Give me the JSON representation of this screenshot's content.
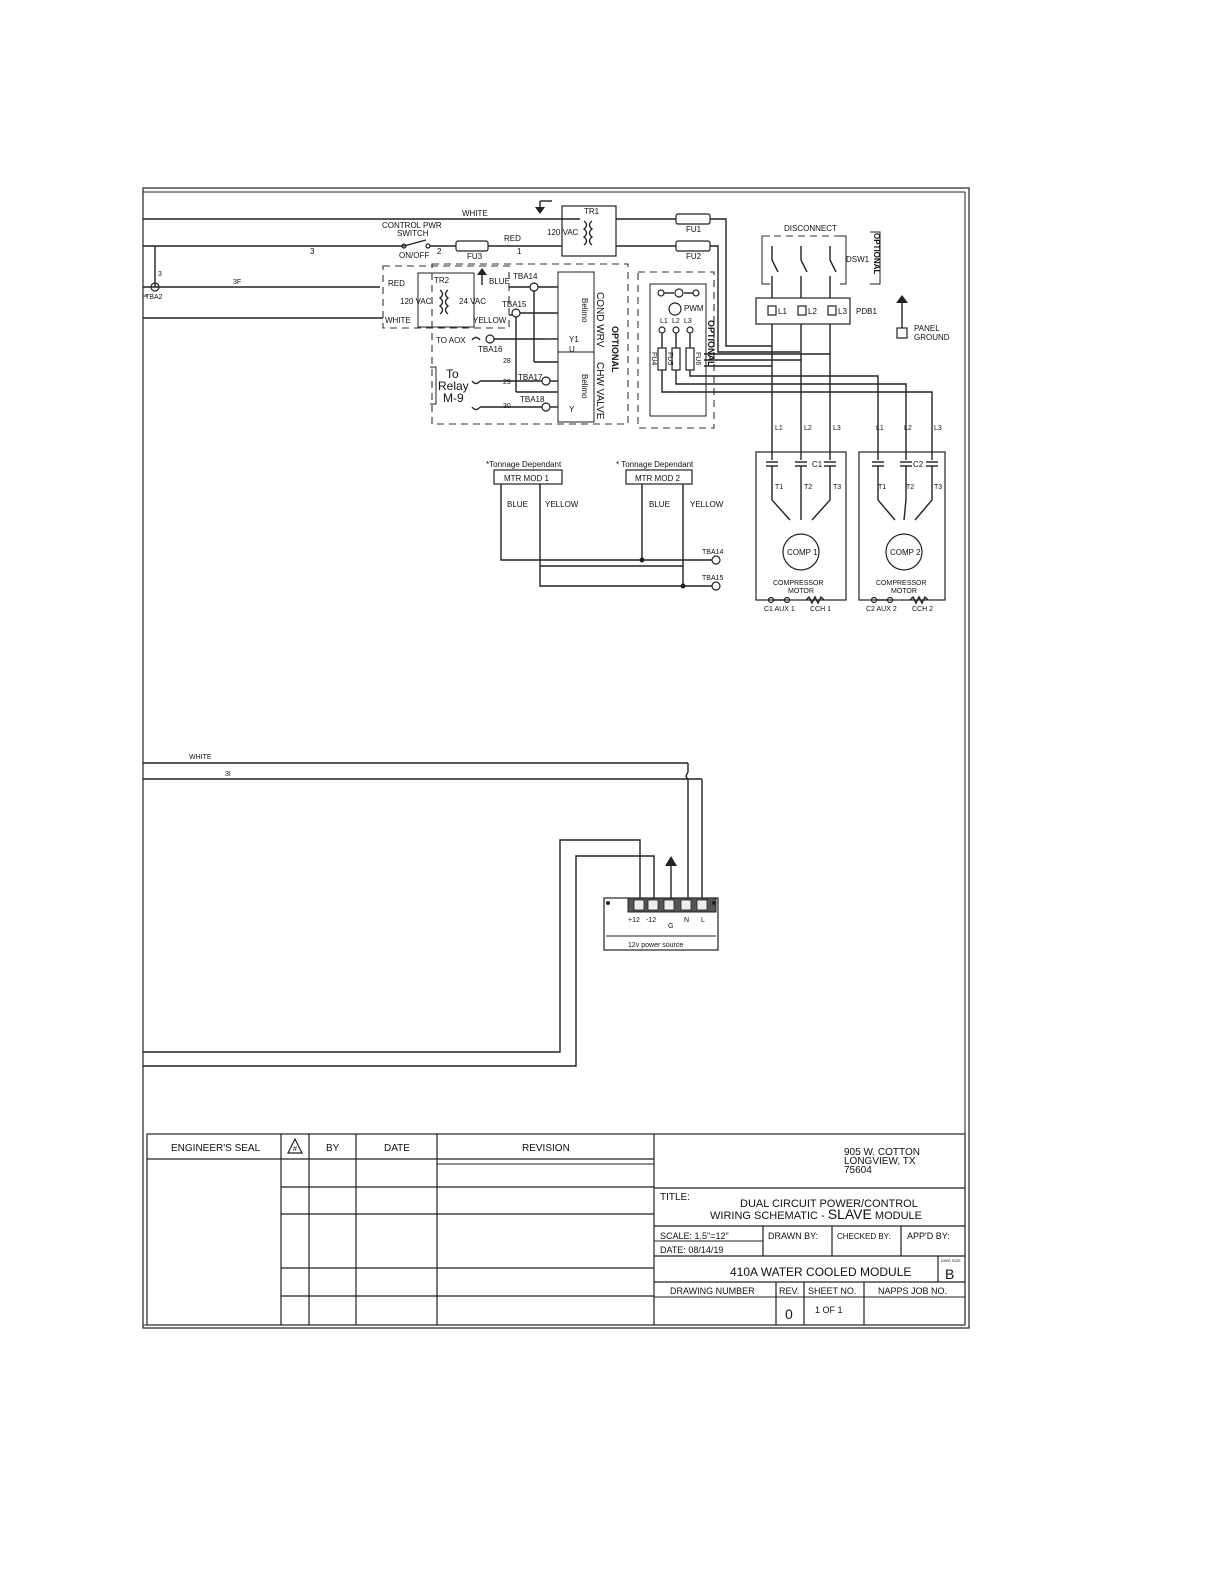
{
  "power_section": {
    "white": "WHITE",
    "tr1": "TR1",
    "tr1_vac": "120 VAC",
    "fu1": "FU1",
    "fu2": "FU2",
    "fu3": "FU3",
    "control_pwr_switch": "CONTROL PWR",
    "switch_word": "SWITCH",
    "on_off": "ON/OFF",
    "wire_2": "2",
    "wire_3": "3",
    "red": "RED",
    "wire_1": "1",
    "disconnect": "DISCONNECT",
    "dsw1": "DSW1",
    "optional": "OPTIONAL",
    "pdb1": "PDB1",
    "pdb_l1": "L1",
    "pdb_l2": "L2",
    "pdb_l3": "L3",
    "panel_ground": "PANEL",
    "ground_word": "GROUND"
  },
  "control_section": {
    "wire_3_small": "3",
    "wire_3f": "3F",
    "tba2": "TBA2",
    "red": "RED",
    "tr2": "TR2",
    "blue": "BLUE",
    "tba14": "TBA14",
    "vac120": "120 VAC",
    "vac24": "24 VAC",
    "tba15": "TBA15",
    "white": "WHITE",
    "yellow": "YELLOW",
    "to_aox": "TO AOX",
    "tba16": "TBA16",
    "wire_28": "28",
    "to_relay": "To",
    "relay": "Relay",
    "m9": "M-9",
    "tba17": "TBA17",
    "wire_29": "29",
    "tba18": "TBA18",
    "wire_30": "30",
    "y1": "Y1",
    "u": "U",
    "y": "Y",
    "cond_wrv": "COND WRV",
    "belimo": "Belimo",
    "chw_valve": "CHW VALVE",
    "optional": "OPTIONAL",
    "pwm": "PWM",
    "l1": "L1",
    "l2": "L2",
    "l3": "L3",
    "fu4": "FU4",
    "fu5": "FU5",
    "fu6": "FU6"
  },
  "compressors": {
    "c1": "C1",
    "c2": "C2",
    "l1": "L1",
    "l2": "L2",
    "l3": "L3",
    "t1": "T1",
    "t2": "T2",
    "t3": "T3",
    "comp1": "COMP 1",
    "comp2": "COMP 2",
    "compressor": "COMPRESSOR",
    "motor": "MOTOR",
    "c1aux": "C1 AUX 1",
    "cch1": "CCH 1",
    "c2aux": "C2 AUX 2",
    "cch2": "CCH 2"
  },
  "modulators": {
    "tonnage1": "*Tonnage Dependant",
    "tonnage2": "* Tonnage Dependant",
    "mtr1": "MTR MOD 1",
    "mtr2": "MTR MOD 2",
    "blue": "BLUE",
    "yellow": "YELLOW",
    "tba14": "TBA14",
    "tba15": "TBA15"
  },
  "power_supply": {
    "white": "WHITE",
    "wire_3l": "3I",
    "p12": "+12",
    "m12": "-12",
    "g": "G",
    "n": "N",
    "l": "L",
    "label": "12v power source"
  },
  "title_block": {
    "engineers_seal": "ENGINEER'S SEAL",
    "rev_symbol": "#",
    "by": "BY",
    "date": "DATE",
    "revision": "REVISION",
    "address1": "905 W. COTTON",
    "address2": "LONGVIEW, TX",
    "address3": "75604",
    "title_label": "TITLE:",
    "title_line1": "DUAL CIRCUIT POWER/CONTROL",
    "title_line2a": "WIRING SCHEMATIC - ",
    "title_line2b": "SLAVE",
    "title_line2c": " MODULE",
    "scale": "SCALE:  1.5\"=12\"",
    "date_value": "DATE:    08/14/19",
    "drawn_by": "DRAWN BY:",
    "checked_by": "CHECKED BY:",
    "appd_by": "APP'D BY:",
    "module": "410A WATER COOLED MODULE",
    "dwg_size_label": "DWG SIZE",
    "dwg_size": "B",
    "drawing_number": "DRAWING NUMBER",
    "rev": "REV.",
    "sheet_no": "SHEET NO.",
    "napps": "NAPPS JOB NO.",
    "rev_value": "0",
    "sheet_value": "1   OF   1"
  }
}
